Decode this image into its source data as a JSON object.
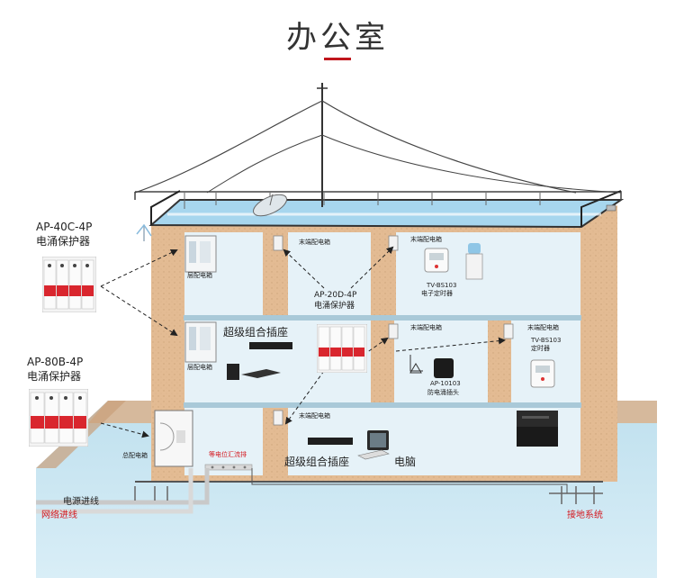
{
  "title": "办公室",
  "colors": {
    "accent_red": "#c0161c",
    "wall": "#e1b890",
    "floor": "#ddeef7",
    "ground": "#cfe7f2",
    "roof_water": "#a9d8f0"
  },
  "devices": {
    "ap40c": {
      "model": "AP-40C-4P",
      "name": "电涌保护器"
    },
    "ap80b": {
      "model": "AP-80B-4P",
      "name": "电涌保护器"
    },
    "ap20d": {
      "model": "AP-20D-4P",
      "name": "电涌保护器"
    }
  },
  "rooms": {
    "floor3_left_box": "层配电箱",
    "floor3_mid_box": "末端配电箱",
    "floor3_right_box": "末端配电箱",
    "floor3_right_device_model": "TV-BS103",
    "floor3_right_device_name": "电子定时器",
    "floor2_left_box": "层配电箱",
    "floor2_socket": "超级组合插座",
    "floor2_mid_box": "末端配电箱",
    "floor2_mid_device_model": "AP-10103",
    "floor2_mid_device_name": "防电涌插头",
    "floor2_right_box": "末端配电箱",
    "floor2_right_device_model": "TV-BS103",
    "floor2_right_device_name": "定时器",
    "floor1_main_box": "总配电箱",
    "floor1_busbar": "等电位汇流排",
    "floor1_mid_box": "末端配电箱",
    "floor1_socket": "超级组合插座",
    "floor1_computer": "电脑"
  },
  "ground_labels": {
    "power_in": "电源进线",
    "network_in": "网络进线",
    "grounding": "接地系统"
  },
  "icons": [
    "antenna-mast-icon",
    "satellite-dish-icon",
    "spd-module-icon",
    "timer-device-icon",
    "water-dispenser-icon",
    "printer-icon",
    "computer-icon",
    "power-strip-icon",
    "router-icon",
    "plug-icon"
  ]
}
